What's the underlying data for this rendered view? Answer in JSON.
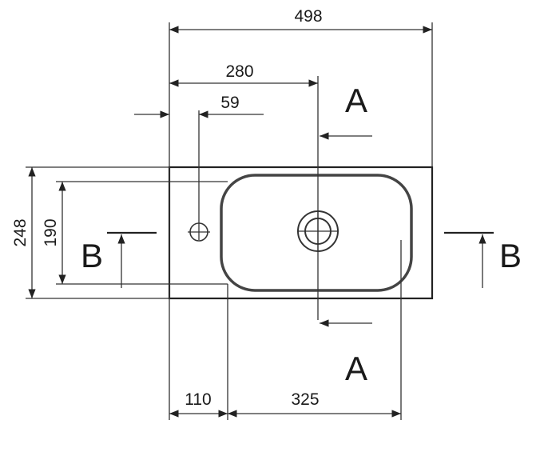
{
  "dimensions": {
    "overall_width": "498",
    "to_drain": "280",
    "tap_hole": "59",
    "depth_total": "248",
    "depth_bowl": "190",
    "left_offset": "110",
    "bowl_width": "325"
  },
  "sections": {
    "a_top": "A",
    "a_bottom": "A",
    "b_left": "B",
    "b_right": "B"
  }
}
